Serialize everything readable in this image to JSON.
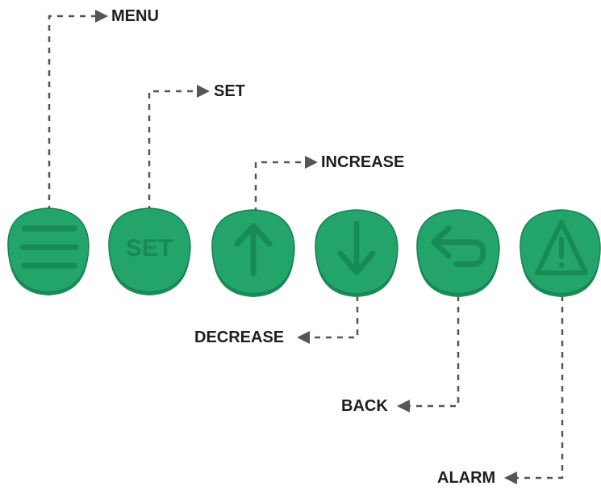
{
  "labels": {
    "menu": "MENU",
    "set": "SET",
    "increase": "INCREASE",
    "decrease": "DECREASE",
    "back": "BACK",
    "alarm": "ALARM"
  },
  "buttons": [
    {
      "id": "menu",
      "icon": "hamburger-icon",
      "text": ""
    },
    {
      "id": "set",
      "icon": "set-text",
      "text": "SET"
    },
    {
      "id": "increase",
      "icon": "arrow-up-icon",
      "text": ""
    },
    {
      "id": "decrease",
      "icon": "arrow-down-icon",
      "text": ""
    },
    {
      "id": "back",
      "icon": "back-arrow-icon",
      "text": ""
    },
    {
      "id": "alarm",
      "icon": "warning-icon",
      "text": ""
    }
  ],
  "colors": {
    "button_green": "#22a46a",
    "button_edge": "#1a7f52",
    "glyph": "#178a55",
    "leader_line": "#555555",
    "label_text": "#1e1e1e"
  }
}
